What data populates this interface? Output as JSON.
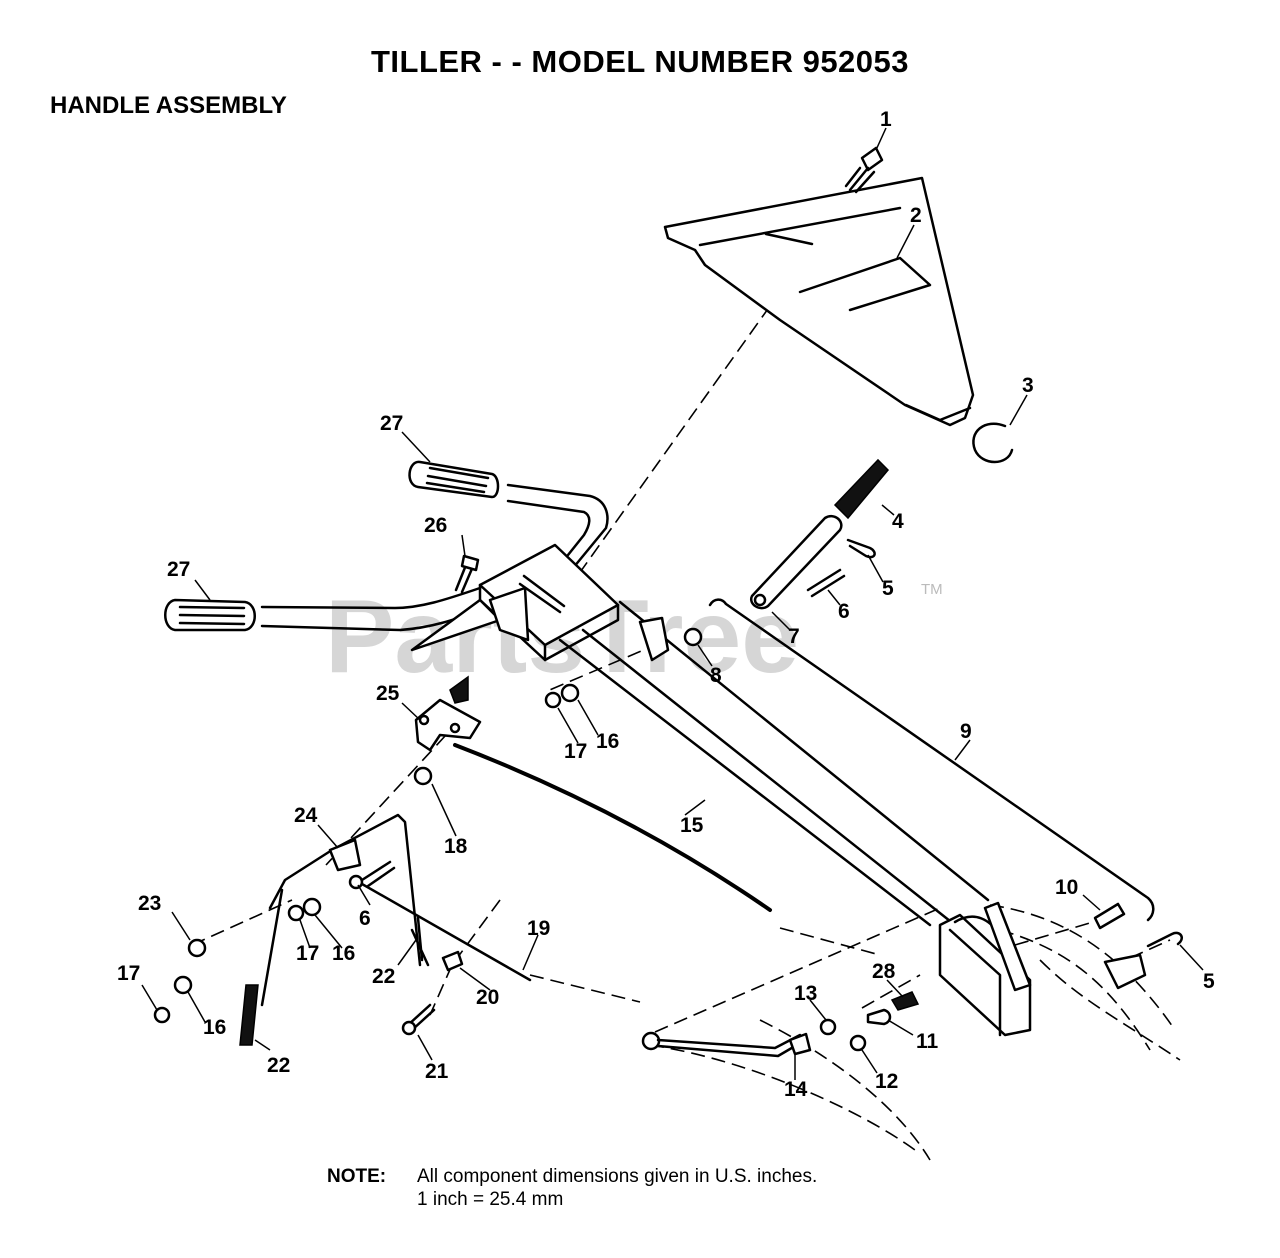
{
  "title": "TILLER - - MODEL NUMBER 952053",
  "subtitle": "HANDLE ASSEMBLY",
  "watermark": "PartsTree",
  "trademark": "TM",
  "note": {
    "label": "NOTE:",
    "line1": "All component dimensions given in U.S. inches.",
    "line2": "1 inch = 25.4 mm"
  },
  "callouts": [
    "1",
    "2",
    "3",
    "4",
    "5",
    "6",
    "7",
    "8",
    "9",
    "10",
    "11",
    "12",
    "13",
    "14",
    "15",
    "16",
    "17",
    "18",
    "19",
    "20",
    "21",
    "22",
    "23",
    "24",
    "25",
    "26",
    "27",
    "28"
  ],
  "colors": {
    "ink": "#000000",
    "background": "#ffffff",
    "watermark": "#c9c9c9"
  }
}
